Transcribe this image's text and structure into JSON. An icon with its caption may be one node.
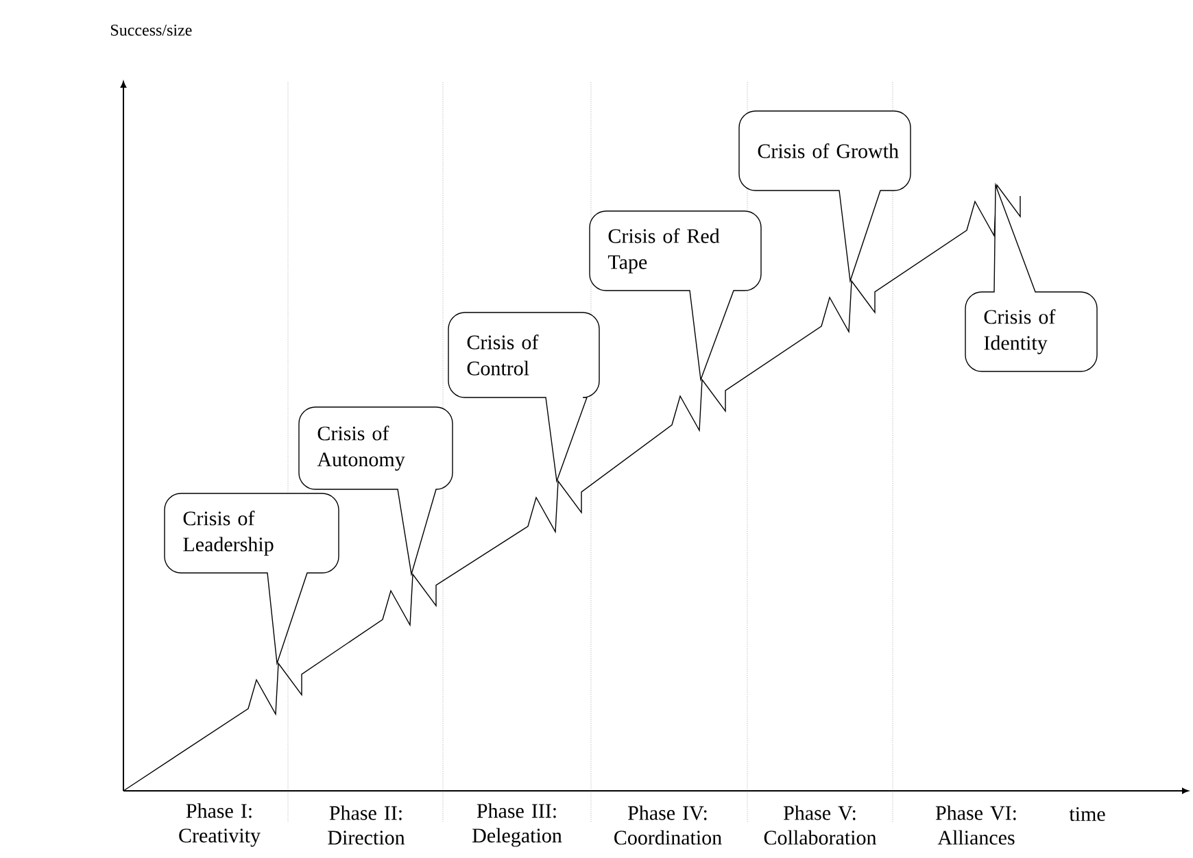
{
  "diagram": {
    "nodes": [
      {
        "text": [
          "Crisis of Leadership"
        ]
      },
      {
        "text": [
          "Crisis of Autonomy"
        ]
      },
      {
        "text": [
          "Crisis of Control"
        ]
      },
      {
        "text": [
          "Crisis of Red Tape"
        ]
      },
      {
        "text": [
          "Crisis of Growth"
        ]
      },
      {
        "text": [
          "Crisis of Identity"
        ]
      }
    ],
    "labels": [
      "Success/size",
      "Phase I: Creativity",
      "Phase II: Direction",
      "Phase III: Delegation",
      "Phase IV: Coordination",
      "Phase V: Collaboration",
      "Phase VI: Alliances",
      "time"
    ]
  }
}
